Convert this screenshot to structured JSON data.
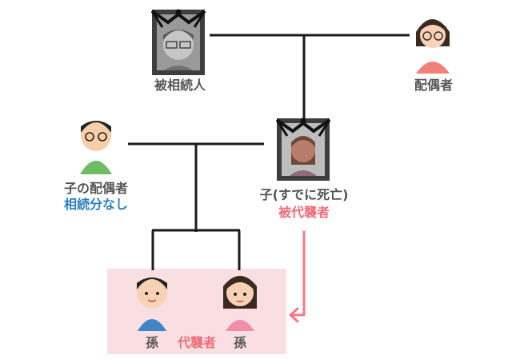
{
  "labels": {
    "deceased": "被相続人",
    "spouse": "配偶者",
    "child_spouse": "子の配偶者",
    "child_spouse_note": "相続分なし",
    "child": "子(すでに死亡)",
    "child_note": "被代襲者",
    "grandchild_left": "孫",
    "grandchild_right": "孫",
    "successor": "代襲者"
  },
  "colors": {
    "line": "#1a1a1a",
    "arrow": "#f27a85",
    "highlight_box": "#f9dfe2",
    "text": "#555555",
    "note_blue": "#2e7fbf",
    "note_pink": "#ee6e7a"
  },
  "icons": {
    "deceased": "framed-portrait-man-icon",
    "spouse": "woman-with-glasses-icon",
    "child_spouse": "man-with-glasses-icon",
    "child": "framed-portrait-woman-icon",
    "grandchild_left": "boy-icon",
    "grandchild_right": "girl-icon"
  }
}
